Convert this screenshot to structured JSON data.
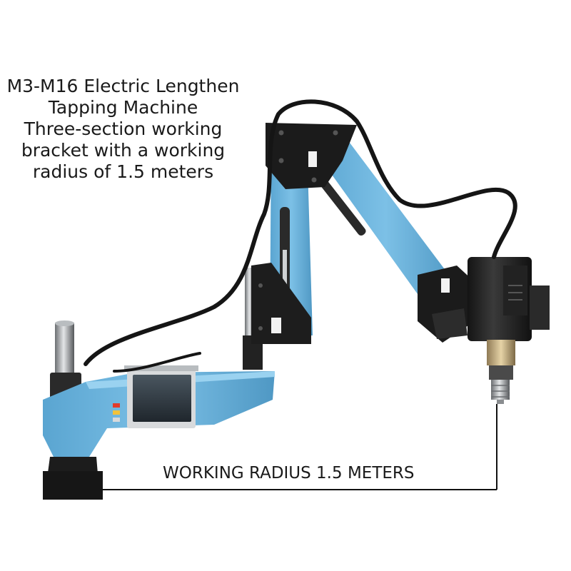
{
  "headline": {
    "line1": "M3-M16 Electric Lengthen",
    "line2": "Tapping Machine",
    "line3": "Three-section working",
    "line4": "bracket with a working",
    "line5": "radius of 1.5 meters"
  },
  "dimension": {
    "label": "WORKING RADIUS 1.5 METERS"
  },
  "colors": {
    "arm_blue": "#6fb6dd",
    "bracket_black": "#1b1b1b",
    "background": "#ffffff",
    "text": "#1a1a1a"
  }
}
